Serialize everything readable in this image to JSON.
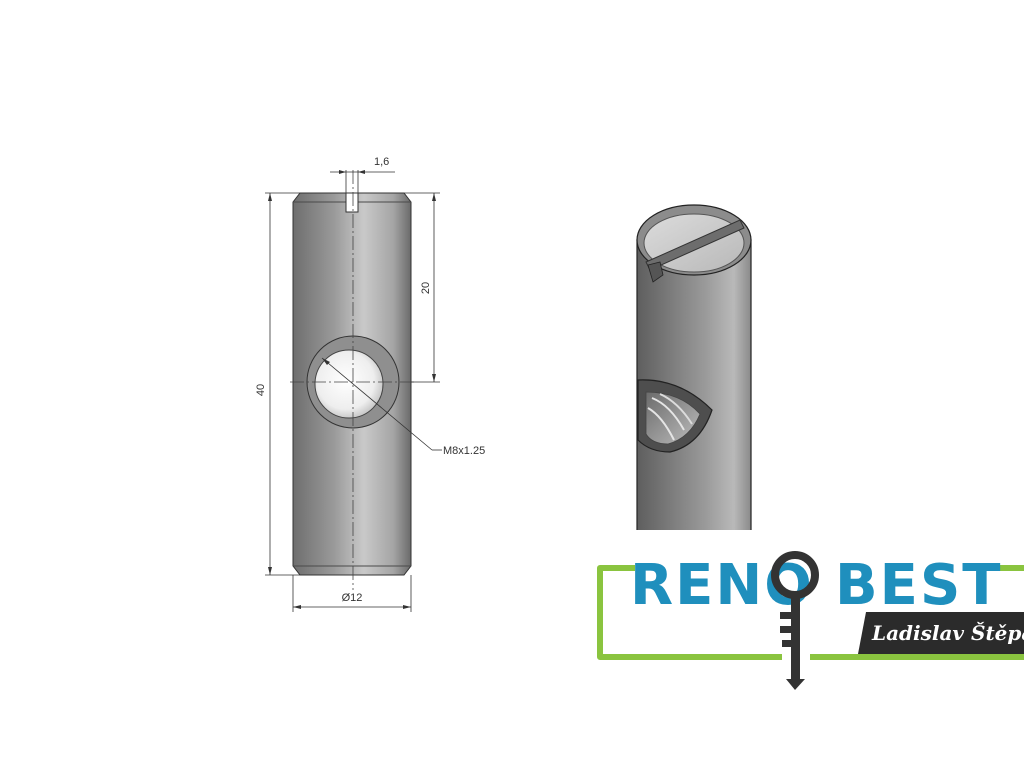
{
  "drawing": {
    "dim_slot_width": "1,6",
    "dim_half_length": "20",
    "dim_total_length": "40",
    "dim_thread": "M8x1.25",
    "dim_diameter": "Ø12"
  },
  "logo": {
    "brand_left": "RENO",
    "brand_right": "BEST",
    "owner": "Ladislav Štěpán",
    "brand_color": "#1f8fbd",
    "frame_color": "#8ac43f",
    "plate_color": "#2b2b2b"
  }
}
